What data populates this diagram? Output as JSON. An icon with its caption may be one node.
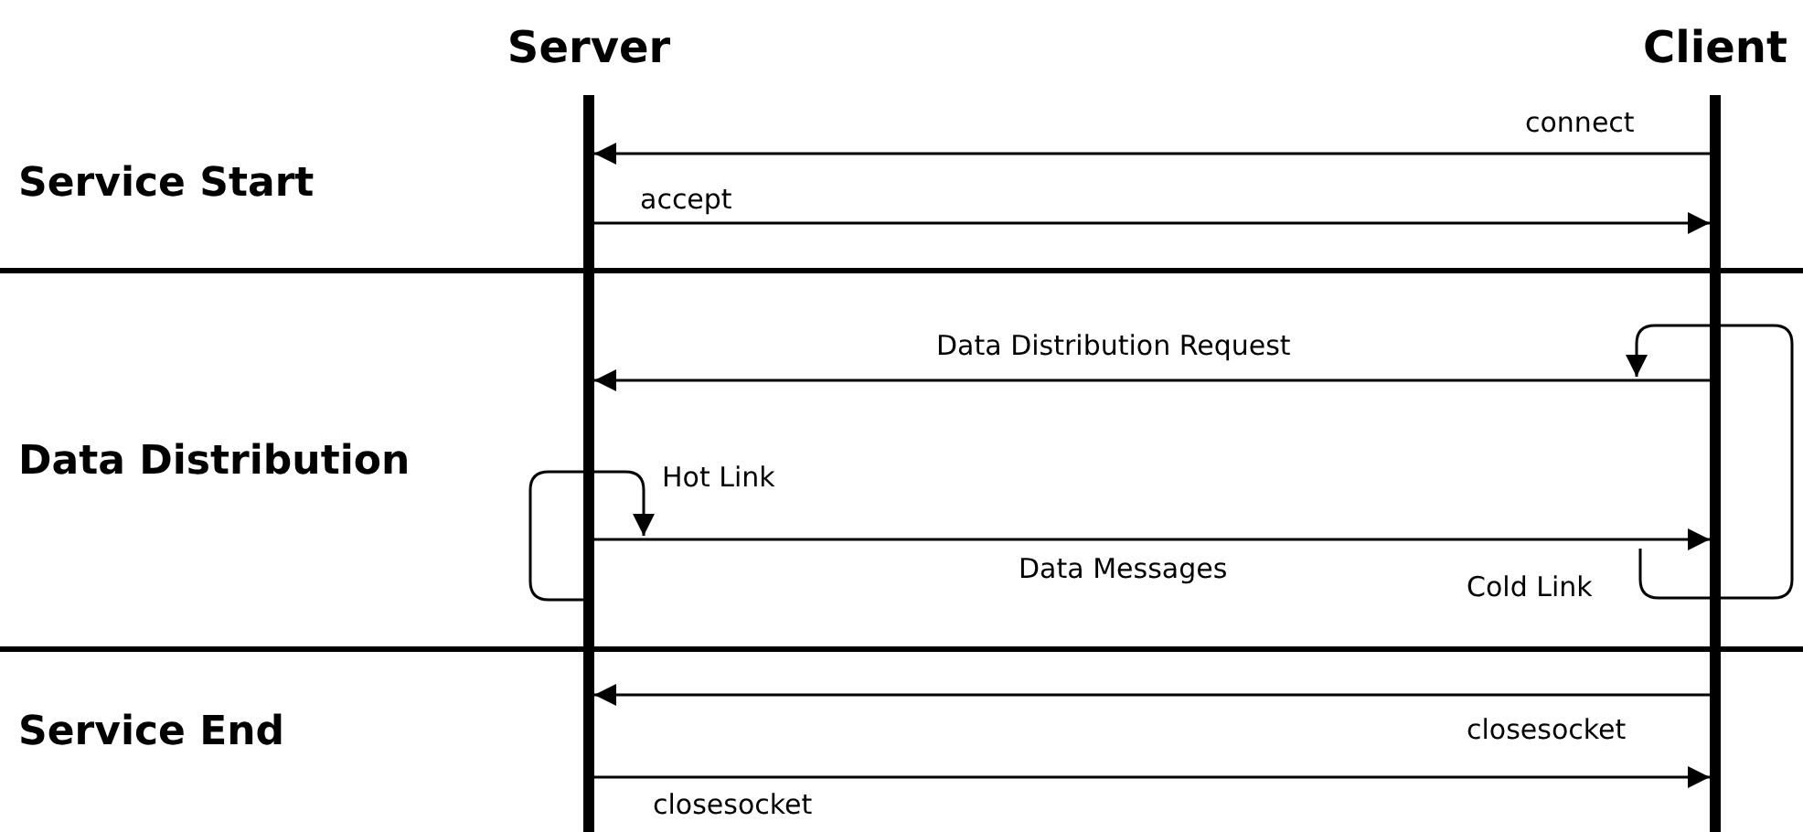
{
  "diagram": {
    "nodes": [
      {
        "text": [
          "Server"
        ]
      },
      {
        "text": [
          "Client"
        ]
      }
    ],
    "edges": [
      {
        "from": 1,
        "to": 0,
        "arrow": "to",
        "label": "connect"
      },
      {
        "from": 0,
        "to": 1,
        "arrow": "to",
        "label": "accept"
      },
      {
        "from": 1,
        "to": 0,
        "arrow": "to",
        "label": "Data Distribution Request"
      },
      {
        "from": 0,
        "to": 0,
        "arrow": "to",
        "label": "Hot Link"
      },
      {
        "from": 0,
        "to": 1,
        "arrow": "to",
        "label": "Data Messages"
      },
      {
        "from": 1,
        "to": 1,
        "arrow": "to",
        "label": "Cold Link"
      },
      {
        "from": 1,
        "to": 0,
        "arrow": "to",
        "label": "closesocket"
      },
      {
        "from": 0,
        "to": 1,
        "arrow": "to",
        "label": "closesocket"
      }
    ],
    "labels": [
      "Service Start",
      "Data Distribution",
      "Service End"
    ]
  }
}
